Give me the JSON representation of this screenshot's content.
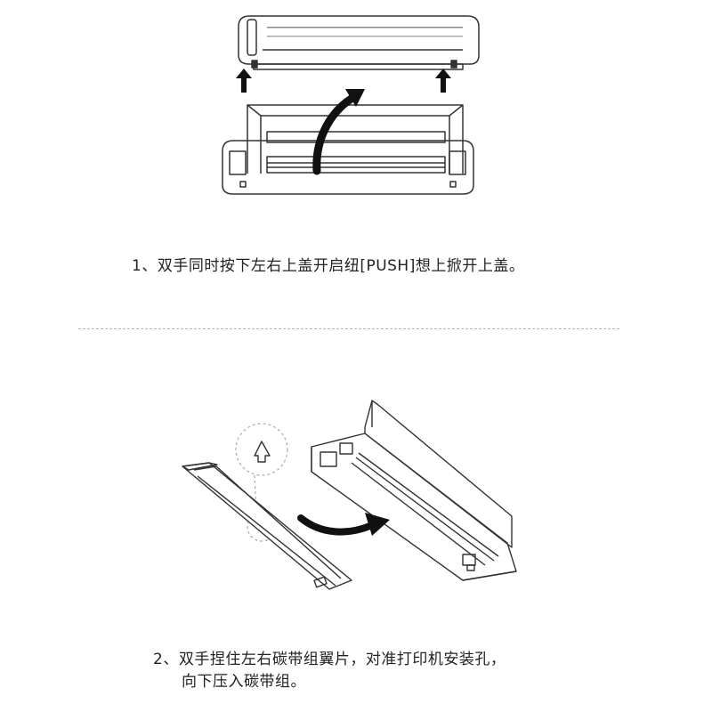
{
  "steps": [
    {
      "caption": "1、双手同时按下左右上盖开启纽[PUSH]想上掀开上盖。"
    },
    {
      "caption_line1": "2、双手捏住左右碳带组翼片，对准打印机安装孔，",
      "caption_line2": "向下压入碳带组。"
    }
  ],
  "colors": {
    "line": "#333333",
    "arrow": "#111111",
    "divider": "#b5b5b5"
  },
  "icons": [
    "arrow-up-icon",
    "curved-arrow-icon",
    "push-hint-arrow-icon"
  ]
}
